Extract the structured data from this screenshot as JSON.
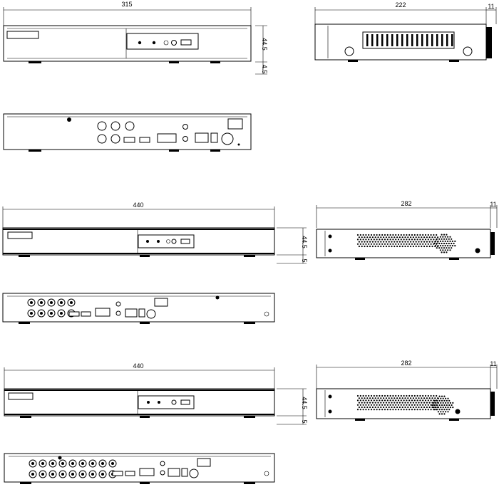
{
  "diagram": {
    "views": [
      {
        "id": "small-front",
        "dims": {
          "width": "315",
          "height": "44.5",
          "foot": "4.5"
        }
      },
      {
        "id": "small-side",
        "dims": {
          "depth": "222",
          "protrusion": "11"
        }
      },
      {
        "id": "mid-front",
        "dims": {
          "width": "440",
          "height": "44.5",
          "foot": "5"
        }
      },
      {
        "id": "mid-side",
        "dims": {
          "depth": "282",
          "protrusion": "11"
        }
      },
      {
        "id": "large-front",
        "dims": {
          "width": "440",
          "height": "44.5",
          "foot": "5"
        }
      },
      {
        "id": "large-side",
        "dims": {
          "depth": "282",
          "protrusion": "11"
        }
      }
    ]
  }
}
